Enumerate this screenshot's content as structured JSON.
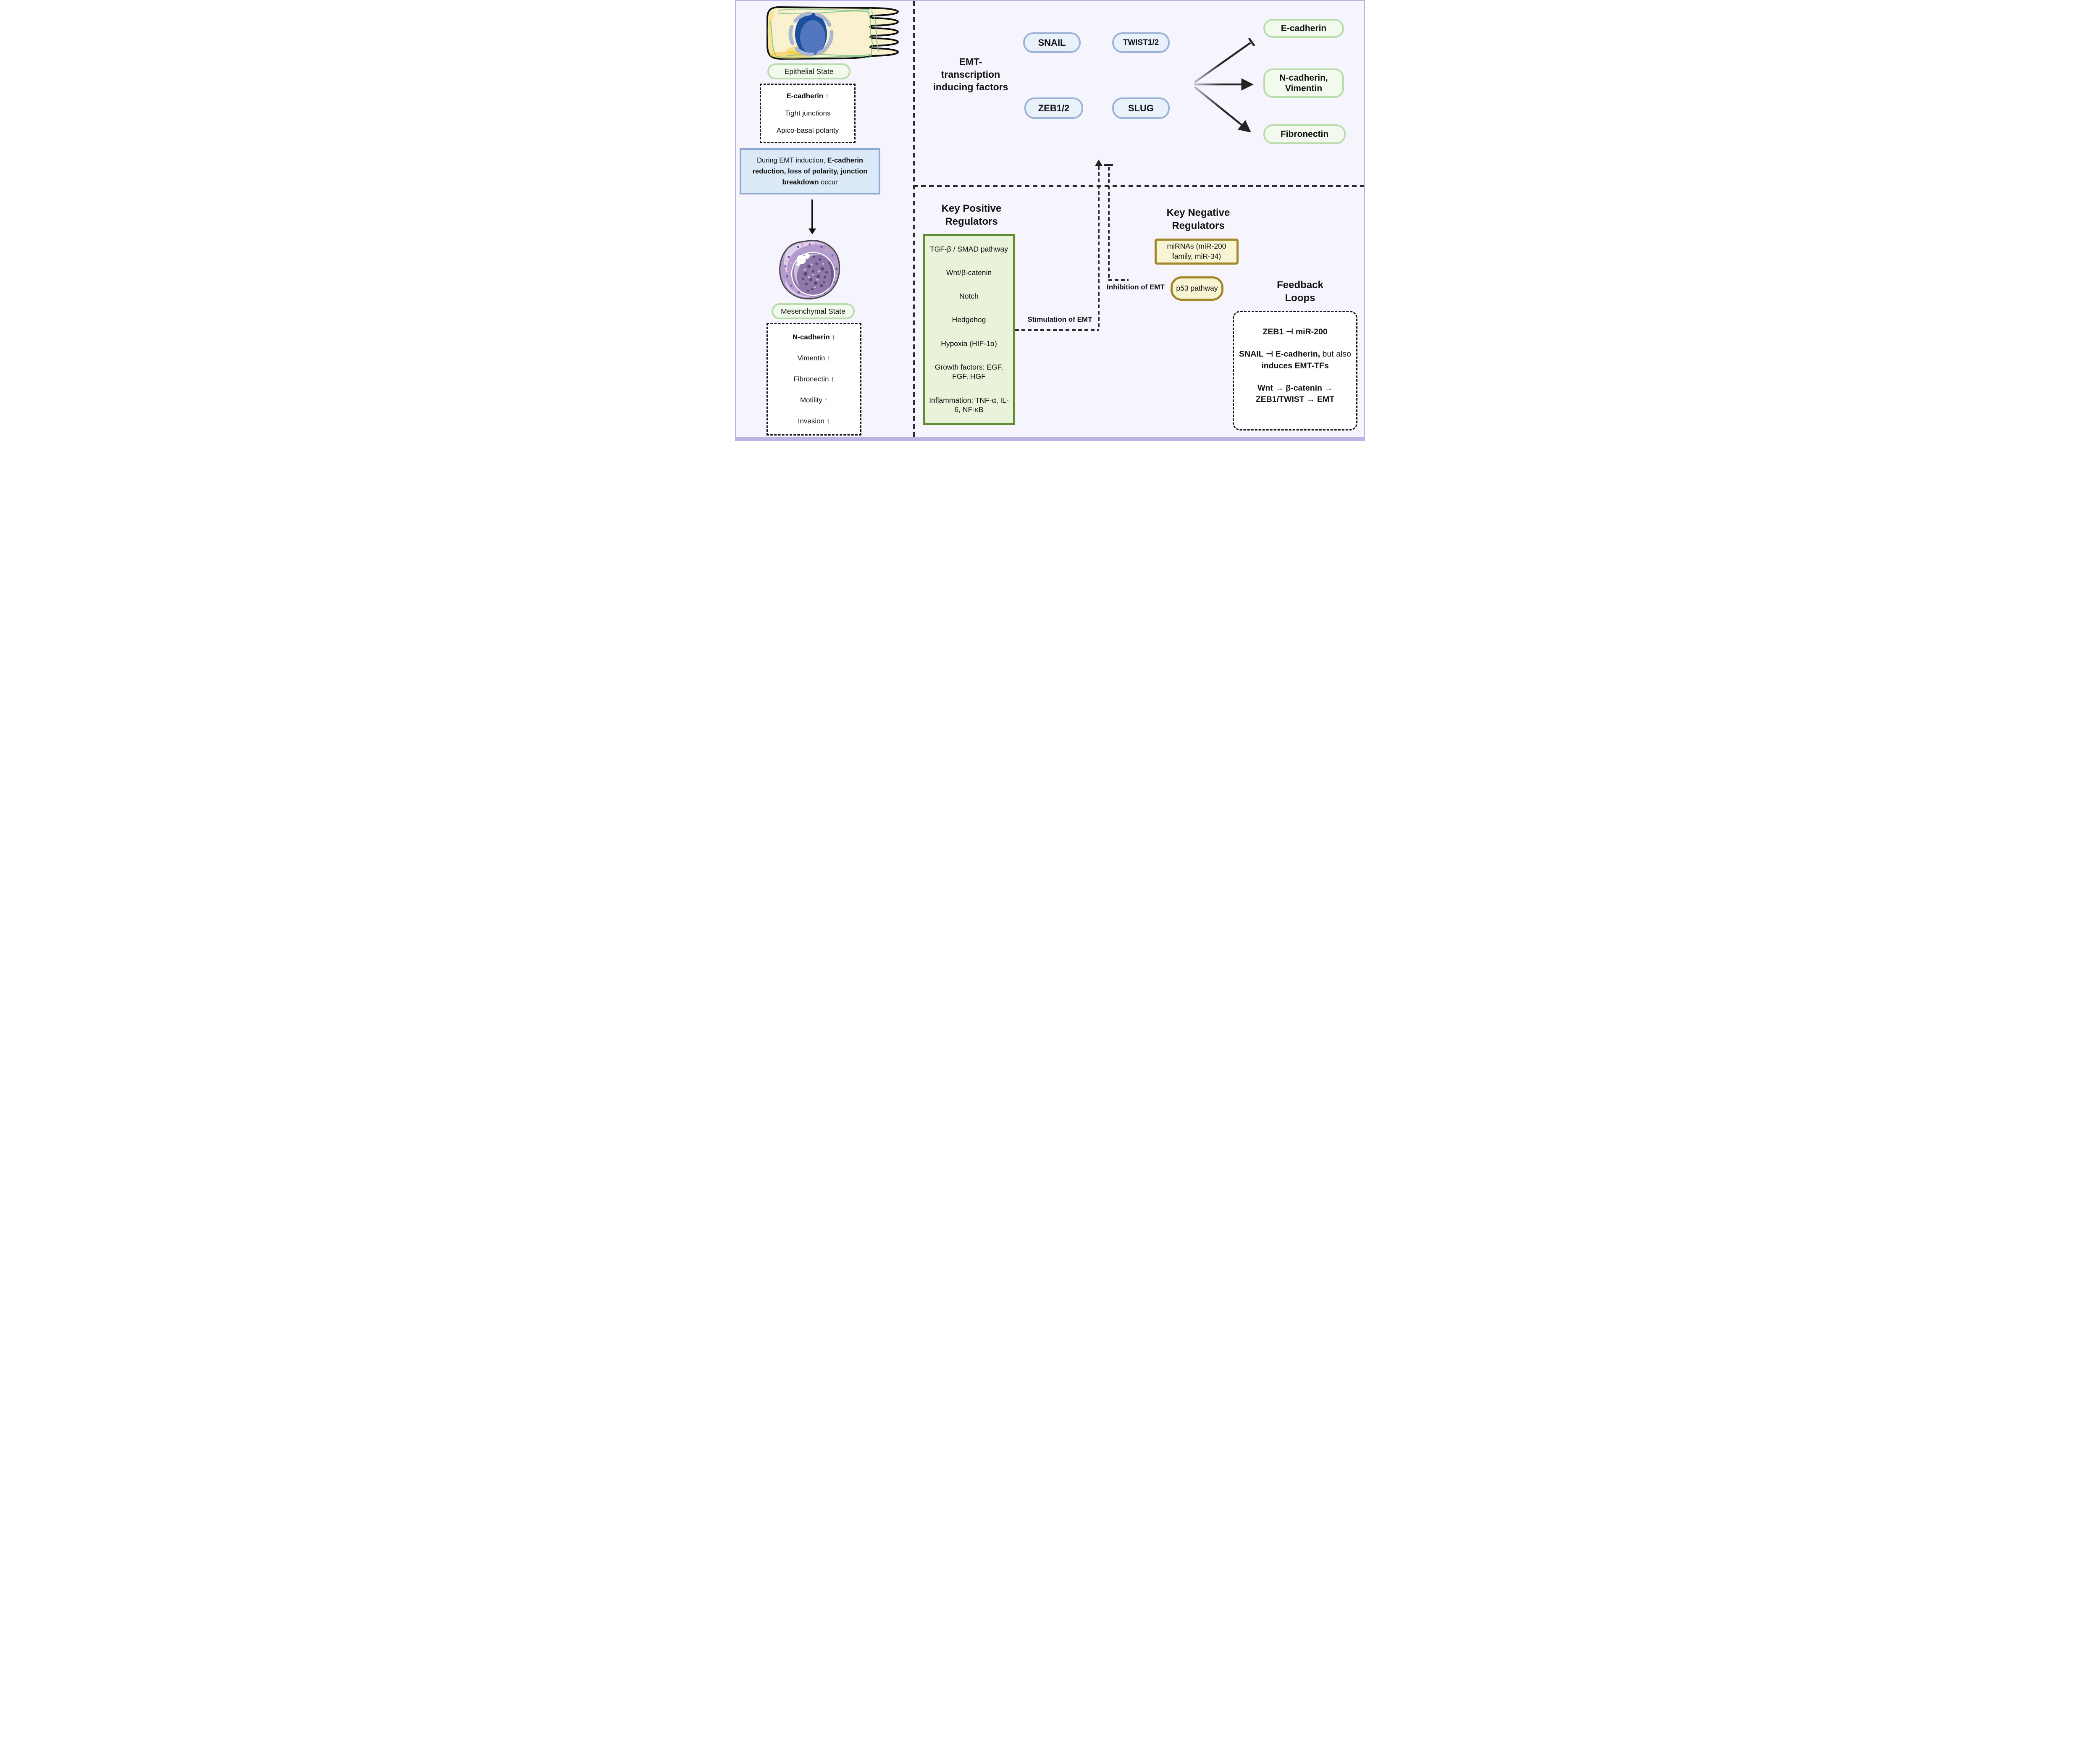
{
  "colors": {
    "page-bg": "#f6f4fc",
    "frame-border": "#bcb4e4",
    "ink": "#111111",
    "green-box-bg": "#f2faee",
    "green-box-border": "#b9dcab",
    "blue-pill-bg": "#e9f1fb",
    "blue-pill-border": "#9db3da",
    "note-bg": "#dce9f8",
    "note-border": "#8ea8d0",
    "pos-box-bg": "#e8f3d9",
    "pos-box-border": "#5d8f31",
    "neg-box-bg": "#f8f5d3",
    "neg-box-border": "#a3872a",
    "dash": "#2b2b2b"
  },
  "left": {
    "epithelial_state_label": "Epithelial State",
    "epithelial_markers": [
      "E-cadherin ↑",
      "Tight junctions",
      "Apico-basal polarity"
    ],
    "emt_note_regular_start": "During EMT induction, ",
    "emt_note_bold": "E-cadherin reduction, loss of polarity, junction breakdown",
    "emt_note_regular_end": " occur",
    "mesenchymal_state_label": "Mesenchymal State",
    "mesenchymal_markers": [
      "N-cadherin ↑",
      "Vimentin ↑",
      "Fibronectin ↑",
      "Motility ↑",
      "Invasion ↑"
    ]
  },
  "tf": {
    "heading": "EMT-transcription inducing factors",
    "factors": [
      "SNAIL",
      "TWIST1/2",
      "ZEB1/2",
      "SLUG"
    ],
    "targets": [
      "E-cadherin",
      "N-cadherin, Vimentin",
      "Fibronectin"
    ]
  },
  "positive": {
    "heading": "Key Positive Regulators",
    "items": [
      "TGF-β / SMAD pathway",
      "Wnt/β-catenin",
      "Notch",
      "Hedgehog",
      "Hypoxia (HIF-1α)",
      "Growth factors: EGF, FGF, HGF",
      "Inflammation: TNF-α, IL-6, NF-κB"
    ],
    "stimulation_label": "Stimulation of EMT"
  },
  "negative": {
    "heading": "Key Negative Regulators",
    "mirna_box": "miRNAs (miR-200 family, miR-34)",
    "p53_box": "p53 pathway",
    "inhibition_label": "Inhibition of EMT"
  },
  "feedback": {
    "heading": "Feedback Loops",
    "loop1": "ZEB1 ⊣ miR-200",
    "loop2_bold_start": "SNAIL ⊣ E-cadherin,",
    "loop2_regular": " but also ",
    "loop2_bold_end": "induces EMT-TFs",
    "loop3": "Wnt → β-catenin → ZEB1/TWIST → EMT"
  }
}
